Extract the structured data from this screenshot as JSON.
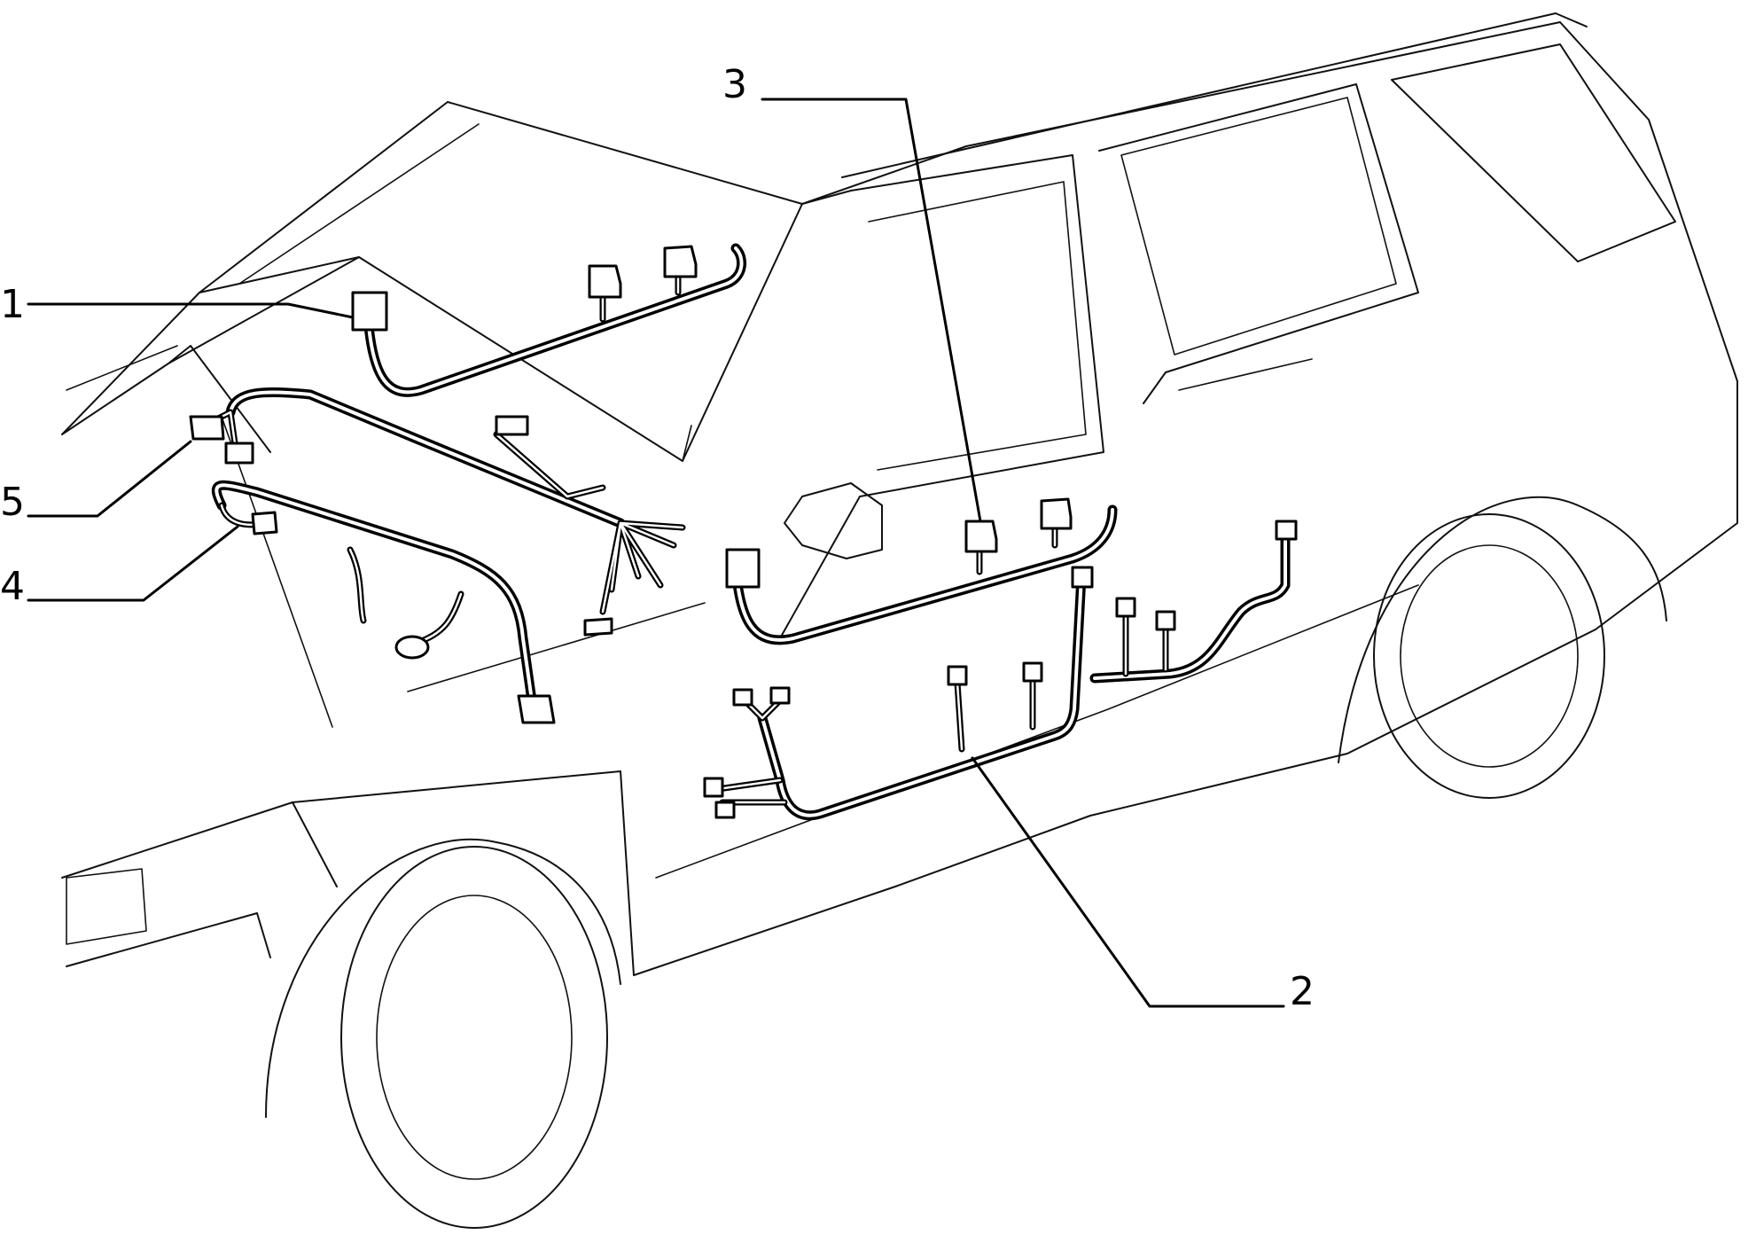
{
  "callouts": [
    {
      "number": "1"
    },
    {
      "number": "2"
    },
    {
      "number": "3"
    },
    {
      "number": "4"
    },
    {
      "number": "5"
    }
  ],
  "colors": {
    "line": "#000000",
    "background": "#ffffff"
  }
}
